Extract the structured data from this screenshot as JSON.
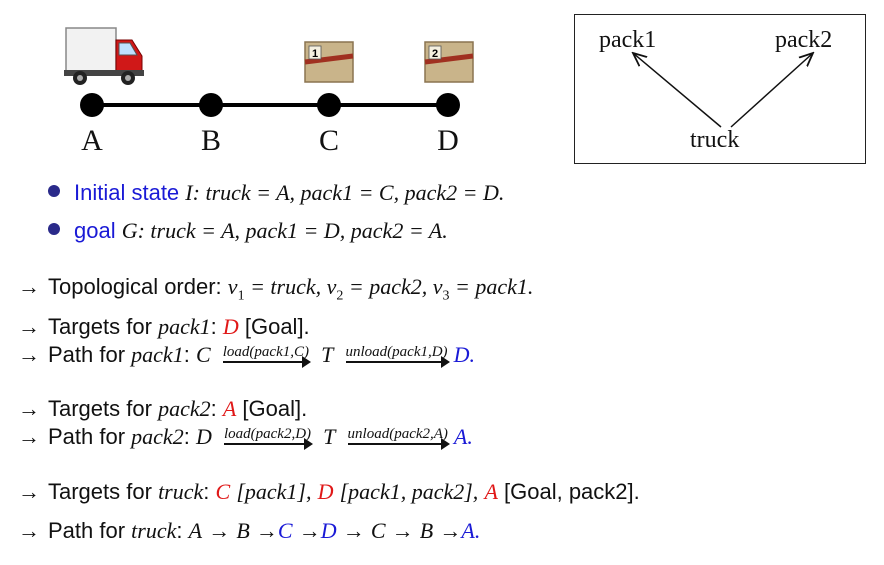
{
  "route": {
    "nodes": [
      "A",
      "B",
      "C",
      "D"
    ],
    "pack1_badge": "1",
    "pack2_badge": "2"
  },
  "graph": {
    "left": "pack1",
    "right": "pack2",
    "bottom": "truck"
  },
  "bullets": [
    {
      "label": "Initial state",
      "var": "I",
      "text": ": truck = A, pack1 = C, pack2 = D."
    },
    {
      "label": "goal",
      "var": "G",
      "text": ": truck = A, pack1 = D, pack2 = A."
    }
  ],
  "lines": {
    "topo_label": "Topological order:",
    "topo_v1": "v",
    "topo_s1": "1",
    "topo_e1": " = truck, ",
    "topo_v2": "v",
    "topo_s2": "2",
    "topo_e2": " = pack2, ",
    "topo_v3": "v",
    "topo_s3": "3",
    "topo_e3": " = pack1.",
    "targets_pack1_label": "Targets for",
    "targets_pack1_var": "pack1",
    "targets_pack1_colon": ":",
    "targets_pack1_loc": "D",
    "targets_pack1_tail": "[Goal].",
    "path_pack1_label": "Path for",
    "path_pack1_var": "pack1",
    "path_pack1_start": "C",
    "path_pack1_op1": "load(pack1,C)",
    "path_pack1_mid": "T",
    "path_pack1_op2": "unload(pack1,D)",
    "path_pack1_end": "D.",
    "targets_pack2_label": "Targets for",
    "targets_pack2_var": "pack2",
    "targets_pack2_loc": "A",
    "targets_pack2_tail": "[Goal].",
    "path_pack2_label": "Path for",
    "path_pack2_var": "pack2",
    "path_pack2_start": "D",
    "path_pack2_op1": "load(pack2,D)",
    "path_pack2_mid": "T",
    "path_pack2_op2": "unload(pack2,A)",
    "path_pack2_end": "A.",
    "targets_truck_label": "Targets for",
    "targets_truck_var": "truck",
    "targets_truck_c": "C",
    "targets_truck_c_note": "[pack1],",
    "targets_truck_d": "D",
    "targets_truck_d_note": "[pack1, pack2],",
    "targets_truck_a": "A",
    "targets_truck_a_note": "[Goal, pack2].",
    "path_truck_label": "Path for",
    "path_truck_var": "truck",
    "path_truck_seq": [
      "A",
      "B",
      "C",
      "D",
      "C",
      "B",
      "A."
    ],
    "arrow": "→"
  },
  "colors": {
    "blue": "#1a1ad6",
    "red": "#e01818"
  }
}
